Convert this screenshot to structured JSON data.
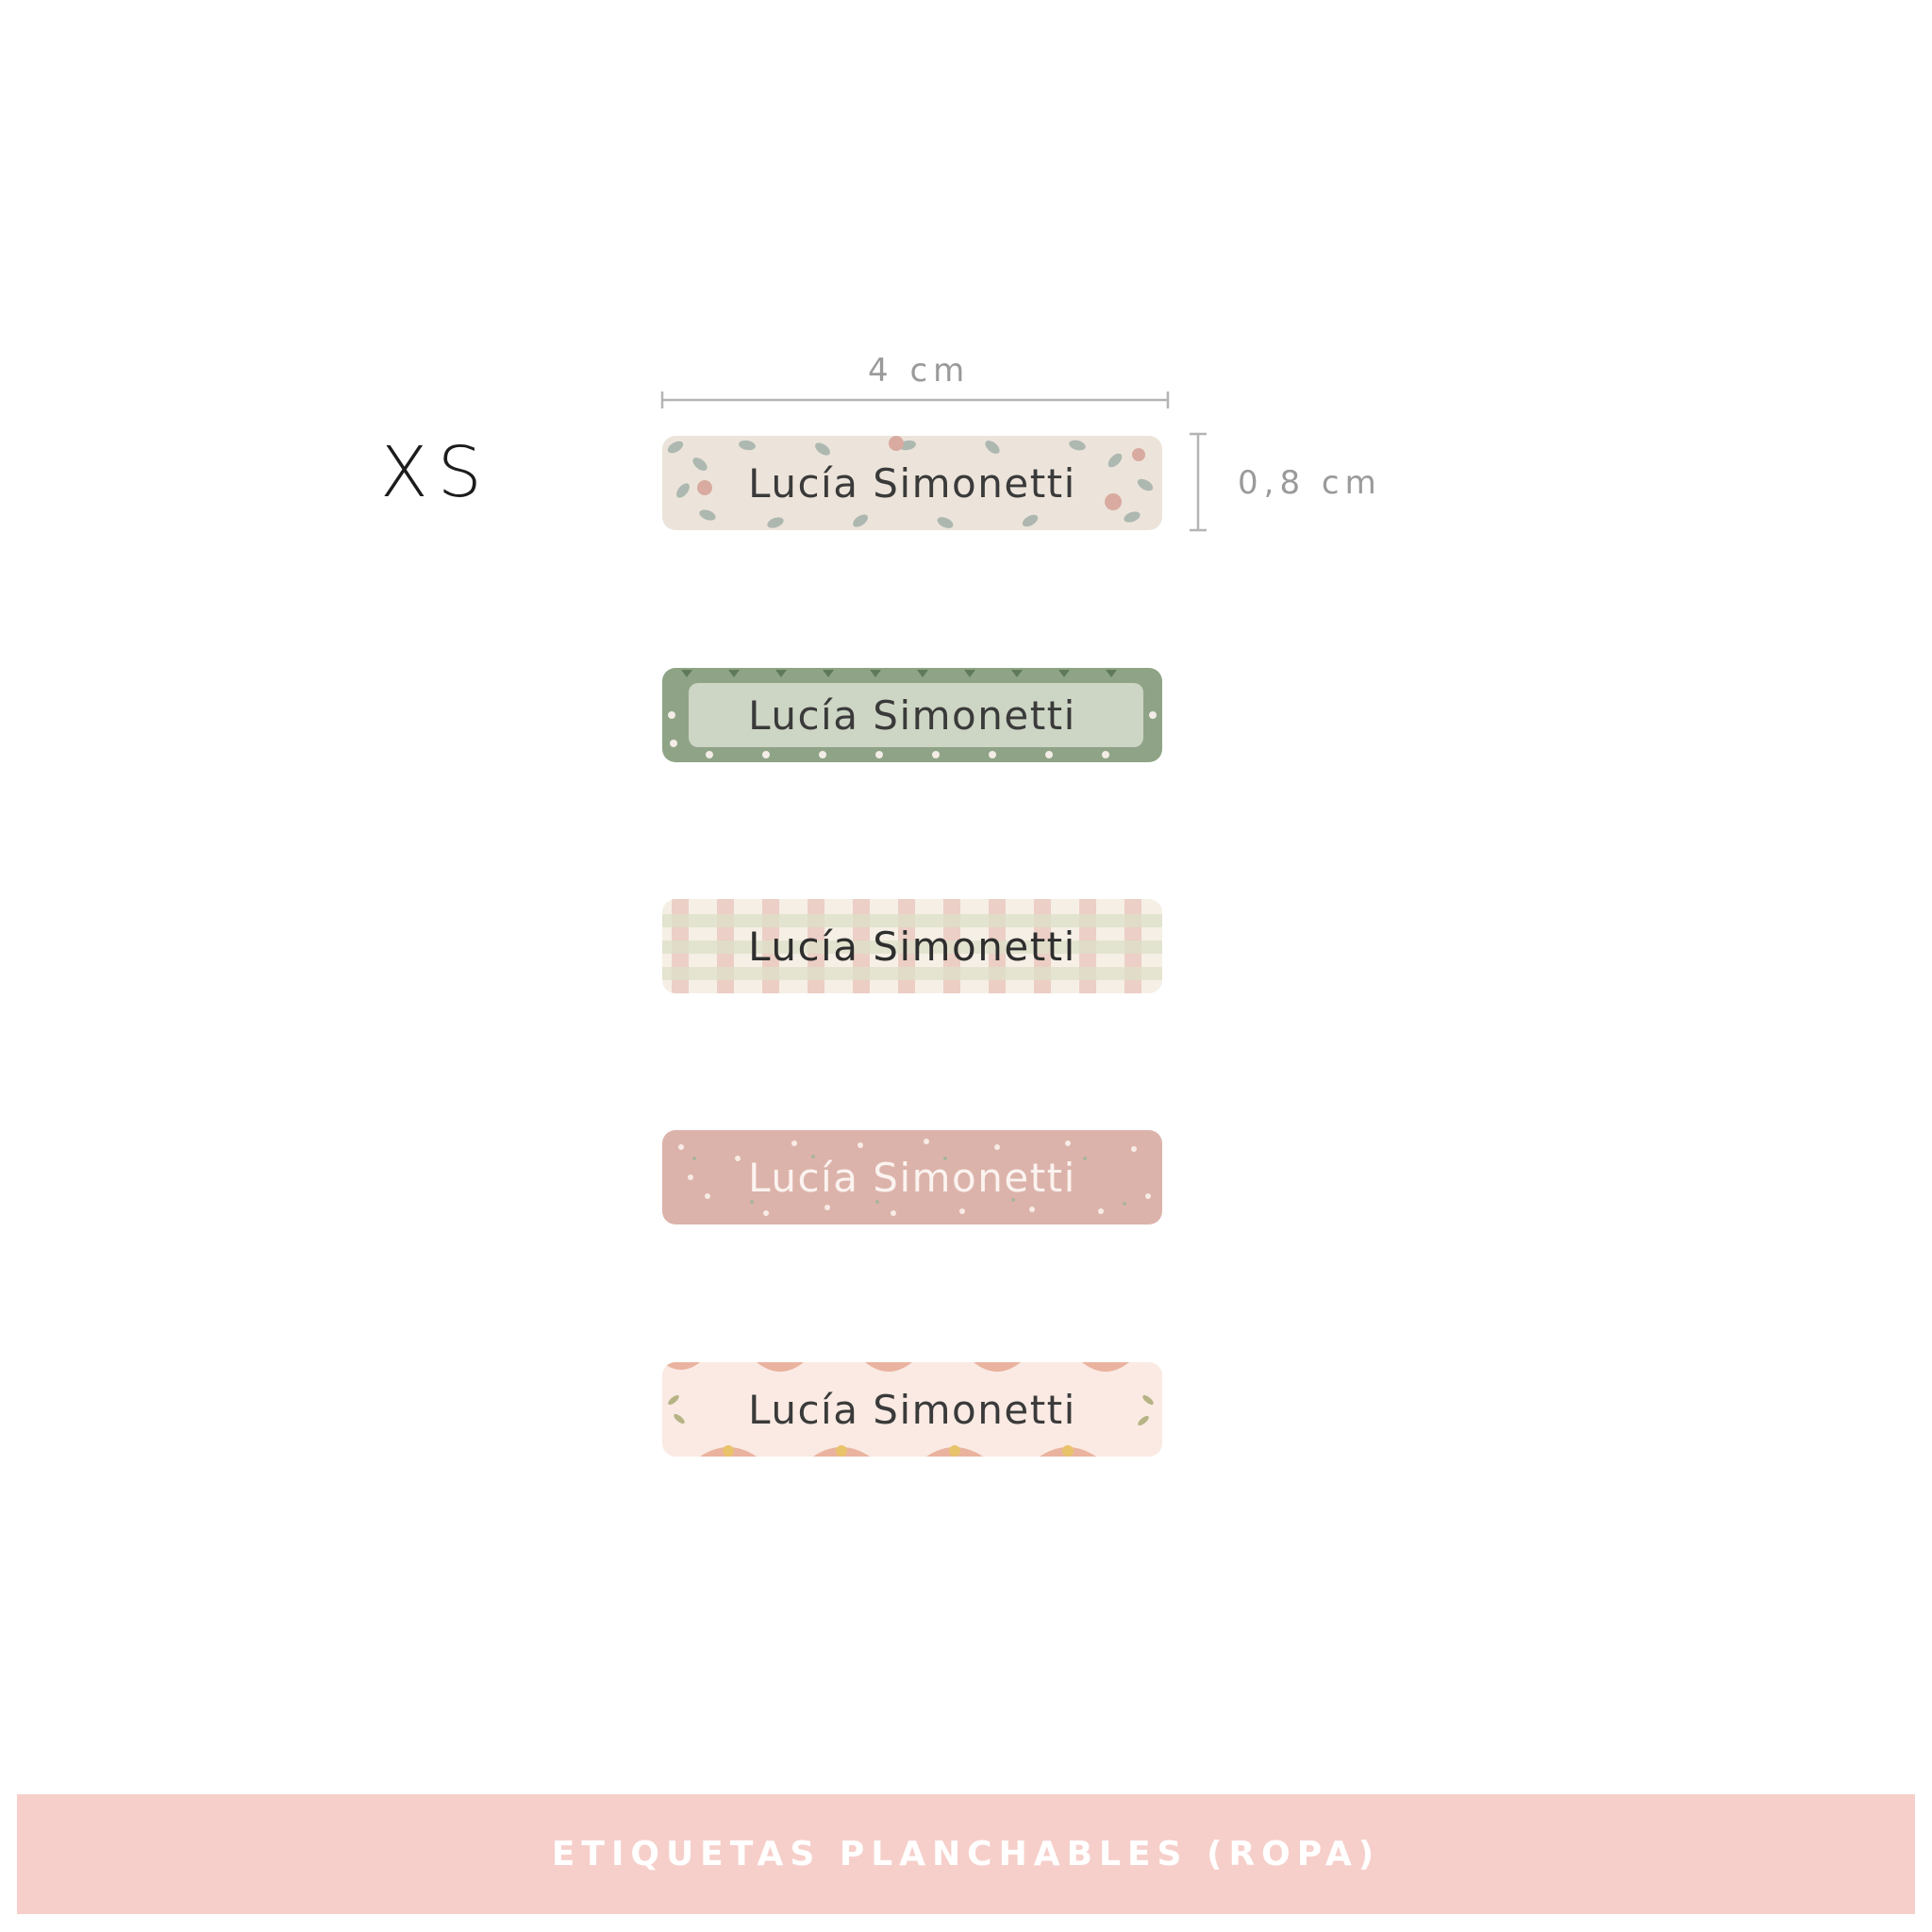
{
  "size_label": "XS",
  "dimensions": {
    "width": "4 cm",
    "height": "0,8 cm"
  },
  "labels": [
    {
      "text": "Lucía Simonetti",
      "pattern": "floral-leaves",
      "background": "#ece4da",
      "text_color": "#3a3a3a"
    },
    {
      "text": "Lucía Simonetti",
      "pattern": "green-floral",
      "background": "#8fa487",
      "text_color": "#3a3a3a"
    },
    {
      "text": "Lucía Simonetti",
      "pattern": "gingham",
      "background": "#f6efe6",
      "text_color": "#2e2e2e"
    },
    {
      "text": "Lucía Simonetti",
      "pattern": "pink-ditsy",
      "background": "#dcb3aa",
      "text_color": "#fbf3f0"
    },
    {
      "text": "Lucía Simonetti",
      "pattern": "peach-daisy",
      "background": "#faeae3",
      "text_color": "#3a3a3a"
    }
  ],
  "footer": {
    "text": "ETIQUETAS PLANCHABLES (ROPA)",
    "background": "#f6cfca"
  }
}
